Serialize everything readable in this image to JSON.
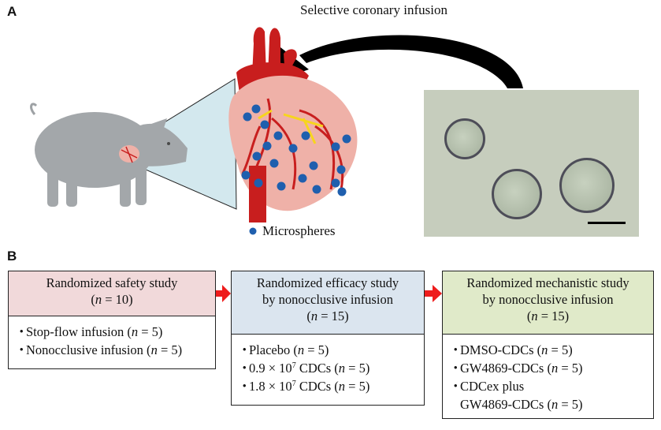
{
  "panel_a": {
    "letter": "A",
    "infusion_label": "Selective coronary infusion",
    "legend_label": "Microspheres",
    "colors": {
      "microsphere": "#1f5fae",
      "artery": "#c81e1e",
      "heart": "#efb1a8",
      "pig": "#a3a7aa"
    }
  },
  "panel_b": {
    "letter": "B",
    "boxes": [
      {
        "title_lines": [
          "Randomized safety study"
        ],
        "n_line": "(n = 10)",
        "items": [
          "Stop-flow infusion (n = 5)",
          "Nonocclusive infusion (n = 5)"
        ],
        "color": "#f1d9da"
      },
      {
        "title_lines": [
          "Randomized efficacy study",
          "by nonocclusive infusion"
        ],
        "n_line": "(n = 15)",
        "items": [
          "Placebo (n = 5)",
          "0.9 × 10^7 CDCs (n = 5)",
          "1.8 × 10^7 CDCs (n = 5)"
        ],
        "color": "#dbe5ef"
      },
      {
        "title_lines": [
          "Randomized mechanistic study",
          "by nonocclusive infusion"
        ],
        "n_line": "(n = 15)",
        "items": [
          "DMSO-CDCs (n = 5)",
          "GW4869-CDCs (n = 5)",
          "CDCex plus",
          "GW4869-CDCs (n = 5)"
        ],
        "color": "#e0eac9"
      }
    ],
    "arrow_color": "#ee1c1c"
  }
}
